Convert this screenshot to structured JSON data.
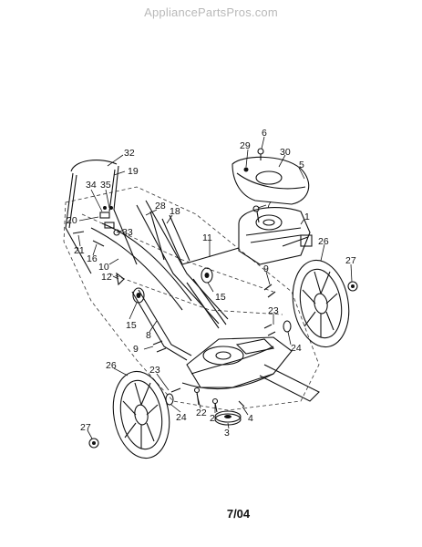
{
  "watermark": "AppliancePartsPros.com",
  "footer": {
    "date_code": "7/04"
  },
  "callouts": [
    {
      "label": "32"
    },
    {
      "label": "19"
    },
    {
      "label": "34"
    },
    {
      "label": "35"
    },
    {
      "label": "28"
    },
    {
      "label": "18"
    },
    {
      "label": "20"
    },
    {
      "label": "33"
    },
    {
      "label": "21"
    },
    {
      "label": "16"
    },
    {
      "label": "10"
    },
    {
      "label": "12"
    },
    {
      "label": "11"
    },
    {
      "label": "15"
    },
    {
      "label": "15"
    },
    {
      "label": "8"
    },
    {
      "label": "9"
    },
    {
      "label": "9"
    },
    {
      "label": "6"
    },
    {
      "label": "29"
    },
    {
      "label": "30"
    },
    {
      "label": "5"
    },
    {
      "label": "7"
    },
    {
      "label": "1"
    },
    {
      "label": "26"
    },
    {
      "label": "27"
    },
    {
      "label": "23"
    },
    {
      "label": "24"
    },
    {
      "label": "26"
    },
    {
      "label": "23"
    },
    {
      "label": "22"
    },
    {
      "label": "2"
    },
    {
      "label": "4"
    },
    {
      "label": "3"
    },
    {
      "label": "24"
    },
    {
      "label": "27"
    }
  ]
}
